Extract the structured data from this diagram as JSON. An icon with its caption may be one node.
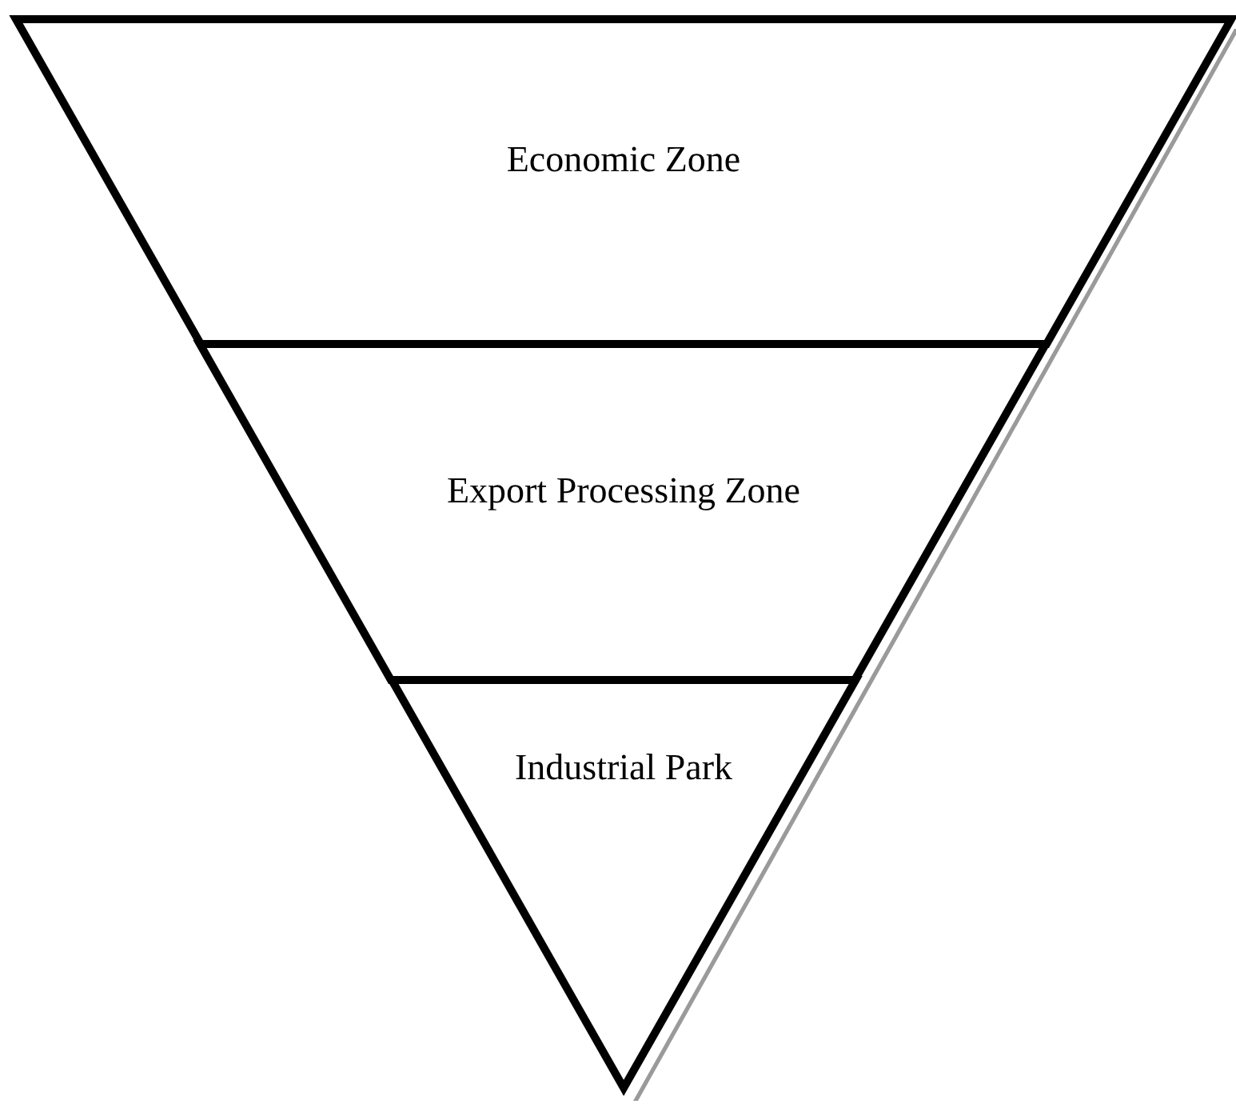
{
  "diagram": {
    "nodes": [
      {
        "text": [
          "Economic Zone"
        ]
      },
      {
        "text": [
          "Export Processing Zone"
        ]
      },
      {
        "text": [
          "Industrial Park"
        ]
      }
    ]
  }
}
